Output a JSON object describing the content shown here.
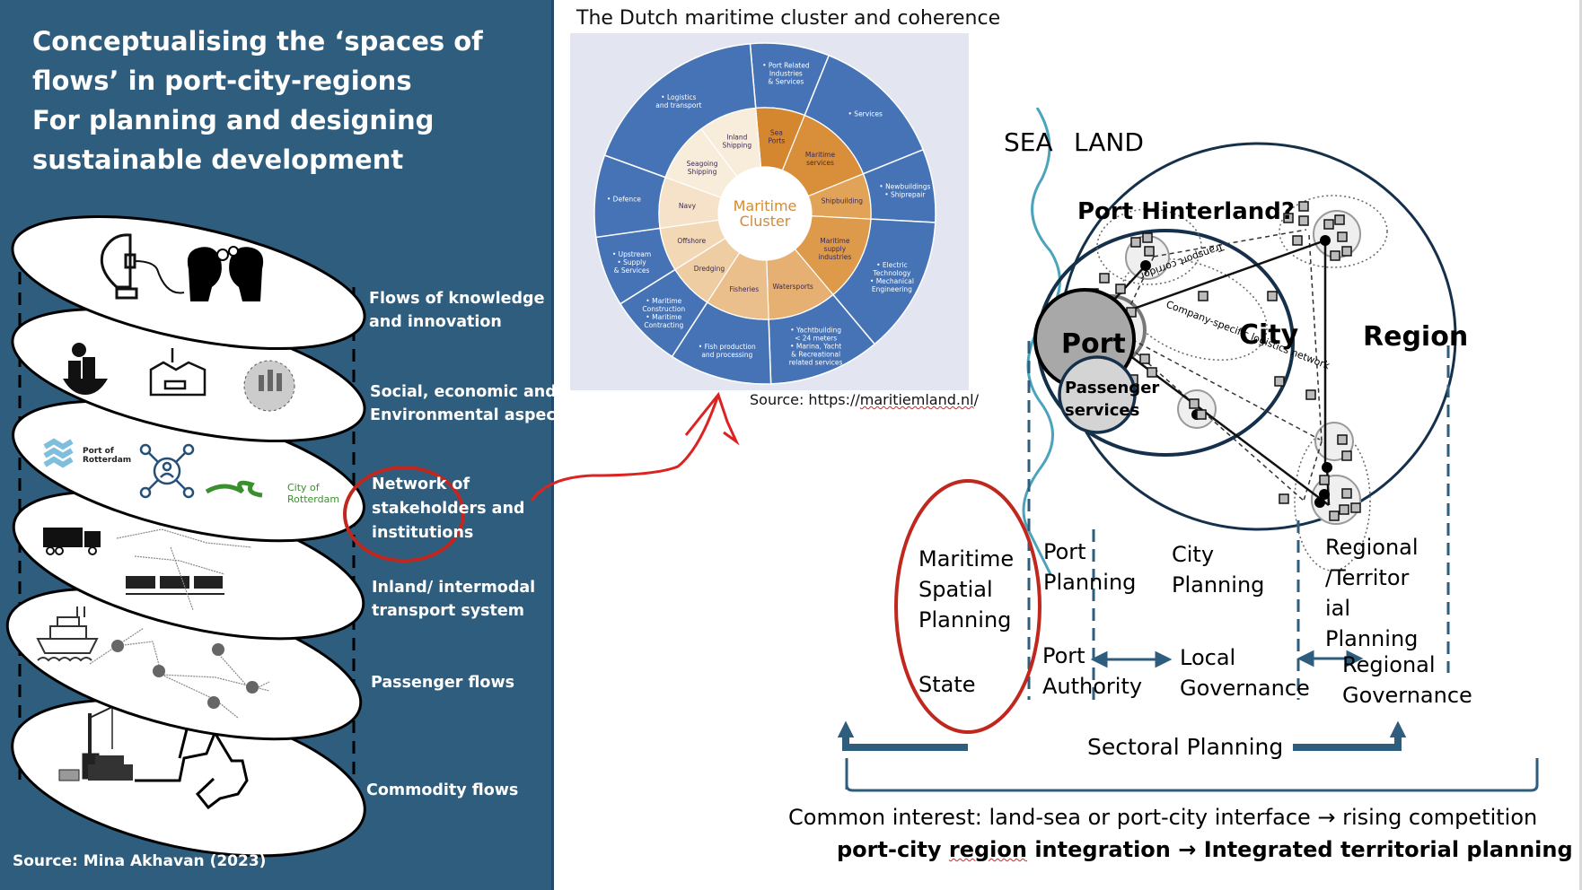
{
  "left_panel": {
    "title_lines": [
      "Conceptualising the ‘spaces of",
      "flows’ in port-city-regions",
      "For planning and designing",
      "sustainable development"
    ],
    "layers": [
      {
        "label_lines": [
          "Flows of knowledge",
          "and innovation"
        ],
        "icons": [
          "lightbulb-gear-icon",
          "heads-gears-icon"
        ]
      },
      {
        "label_lines": [
          "Social, economic and",
          "Environmental aspects"
        ],
        "icons": [
          "economy-city-icon",
          "factory-icon",
          "society-finance-icon"
        ]
      },
      {
        "label_lines": [
          "Network of",
          "stakeholders and",
          "institutions"
        ],
        "icons": [
          "port-of-rotterdam-logo",
          "network-person-icon",
          "city-of-rotterdam-logo"
        ],
        "highlighted": true
      },
      {
        "label_lines": [
          "Inland/ intermodal",
          "transport system"
        ],
        "icons": [
          "truck-icon",
          "freight-train-icon"
        ]
      },
      {
        "label_lines": [
          "Passenger flows"
        ],
        "icons": [
          "cruise-ship-icon"
        ]
      },
      {
        "label_lines": [
          "Commodity flows"
        ],
        "icons": [
          "port-crane-icon",
          "container-ship-icon"
        ]
      }
    ],
    "logos": {
      "port_of_rotterdam": [
        "Port of",
        "Rotterdam"
      ],
      "city_of_rotterdam": [
        "City of",
        "Rotterdam"
      ]
    },
    "source": "Source: Mina Akhavan (2023)"
  },
  "wheel": {
    "title": "The Dutch maritime cluster and coherence",
    "center_label": [
      "Maritime",
      "Cluster"
    ],
    "colors": {
      "outer": "#4673b6",
      "center_text": "#d68a30",
      "background": "#e3e6f1"
    },
    "sectors": [
      {
        "name": [
          "Sea",
          "Ports"
        ],
        "color": "#d4872f",
        "outer": [
          "• Port Related",
          "Industries",
          "& Services"
        ]
      },
      {
        "name": [
          "Maritime",
          "services"
        ],
        "color": "#d98f3a",
        "outer": [
          "• Services"
        ]
      },
      {
        "name": [
          "Shipbuilding"
        ],
        "color": "#e0a358",
        "outer": [
          "• Newbuildings",
          "• Shiprepair"
        ]
      },
      {
        "name": [
          "Maritime",
          "supply",
          "industries"
        ],
        "color": "#dc9a4a",
        "outer": [
          "• Electric",
          "Technology",
          "• Mechanical",
          "Engineering"
        ]
      },
      {
        "name": [
          "Watersports"
        ],
        "color": "#e6b073",
        "outer": [
          "• Yachtbuilding",
          "< 24 meters",
          "• Marina, Yacht",
          "& Recreational",
          "related services"
        ]
      },
      {
        "name": [
          "Fisheries"
        ],
        "color": "#ebbf8b",
        "outer": [
          "• Fish production",
          "and processing"
        ]
      },
      {
        "name": [
          "Dredging"
        ],
        "color": "#efcda2",
        "outer": [
          "• Maritime",
          "Construction",
          "• Maritime",
          "Contracting"
        ]
      },
      {
        "name": [
          "Offshore"
        ],
        "color": "#f2d8b5",
        "outer": [
          "• Upstream",
          "• Supply",
          "& Services"
        ]
      },
      {
        "name": [
          "Navy"
        ],
        "color": "#f5e2c8",
        "outer": [
          "• Defence"
        ]
      },
      {
        "name": [
          "Seagoing",
          "Shipping"
        ],
        "color": "#f8ecdb",
        "outer": [
          "• Logistics",
          "and transport"
        ]
      },
      {
        "name": [
          "Inland",
          "Shipping"
        ],
        "color": "#f8ecdb",
        "outer": []
      }
    ],
    "source_prefix": "Source: https://",
    "source_domain": "maritiemland.nl",
    "source_suffix": "/"
  },
  "diagram": {
    "sea_label": "SEA",
    "land_label": "LAND",
    "port_hinterland": "Port Hinterland?",
    "port": "Port",
    "passenger_services": [
      "Passenger",
      "services"
    ],
    "city": "City",
    "region": "Region",
    "transport_corridor": "Transport corridor",
    "logistics_network": "Company-specific logistics network",
    "columns": [
      {
        "planning": [
          "Maritime",
          "Spatial",
          "Planning"
        ],
        "governance": [
          "State"
        ],
        "highlighted": true
      },
      {
        "planning": [
          "Port",
          "Planning"
        ],
        "governance": [
          "Port",
          "Authority"
        ]
      },
      {
        "planning": [
          "City",
          "Planning"
        ],
        "governance": [
          "Local",
          "Governance"
        ]
      },
      {
        "planning": [
          "Regional",
          "/Territor",
          "ial",
          "Planning"
        ],
        "governance": [
          "Regional",
          "Governance"
        ]
      }
    ],
    "sectoral_planning": "Sectoral Planning",
    "common_interest": "Common interest: land-sea or port-city interface → rising competition",
    "integration_prefix": "port-city ",
    "integration_underlined": "region",
    "integration_suffix": " integration → Integrated territorial planning",
    "colors": {
      "accent_blue": "#2e5d7e",
      "sea_line": "#4ba3bd",
      "circle_stroke": "#15304a",
      "highlight_red": "#c0281f",
      "port_fill": "#a8a8a8",
      "passenger_fill": "#d4d4d4"
    }
  }
}
